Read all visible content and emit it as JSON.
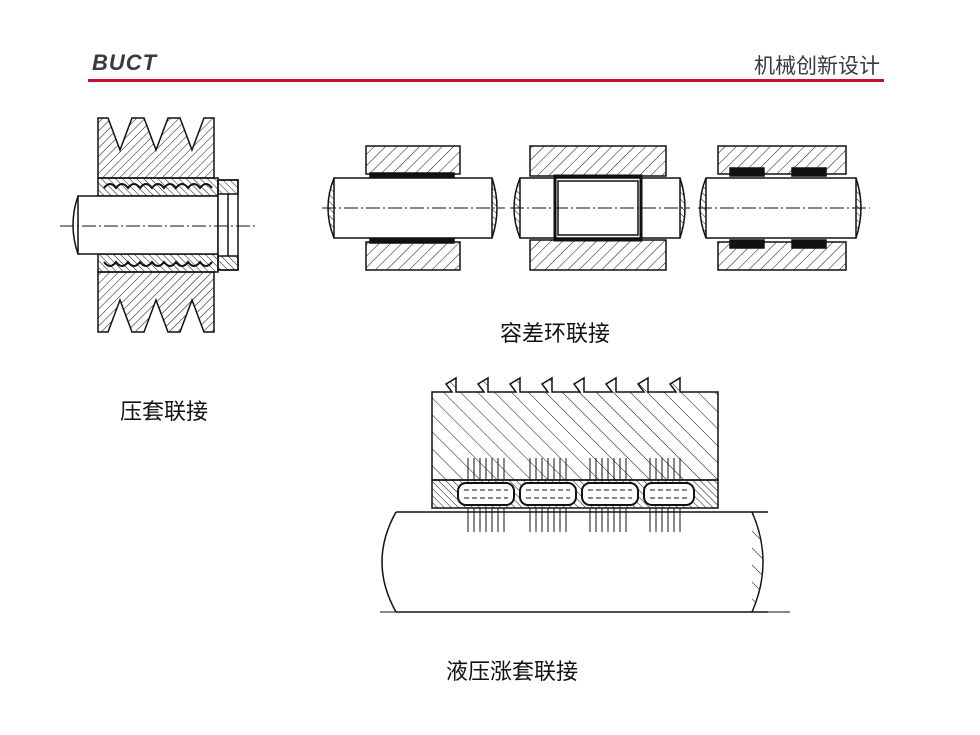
{
  "header": {
    "brand": "BUCT",
    "course": "机械创新设计"
  },
  "captions": {
    "press_fit": "压套联接",
    "tolerance_ring": "容差环联接",
    "hydraulic_sleeve": "液压涨套联接"
  },
  "colors": {
    "accent_rule": "#c8102e",
    "ink": "#111111"
  }
}
